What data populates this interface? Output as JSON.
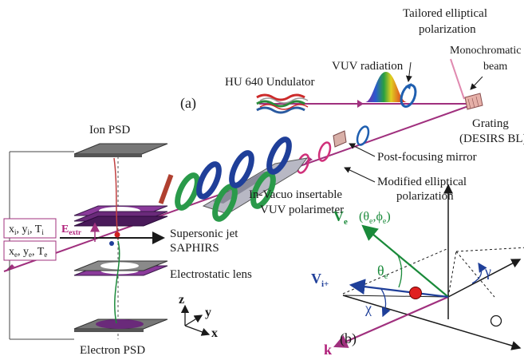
{
  "labels": {
    "panel_a": "(a)",
    "panel_b": "(b)",
    "tailored_line1": "Tailored elliptical",
    "tailored_line2": "polarization",
    "monochromatic_line1": "Monochromatic",
    "monochromatic_line2": "beam",
    "vuv_radiation": "VUV radiation",
    "undulator": "HU 640 Undulator",
    "grating_line1": "Grating",
    "grating_line2": "(DESIRS BL)",
    "post_focusing": "Post-focusing mirror",
    "modified_line1": "Modified elliptical",
    "modified_line2": "polarization",
    "polarimeter_line1": "In-Vacuo insertable",
    "polarimeter_line2": "VUV polarimeter",
    "ion_psd": "Ion PSD",
    "electron_psd": "Electron PSD",
    "supersonic_line1": "Supersonic jet",
    "supersonic_line2": "SAPHIRS",
    "electrostatic_lens": "Electrostatic lens",
    "ion_coords": "x",
    "ion_coords_rest": "i",
    "electron_coords": "x",
    "e_field": "E",
    "e_field_sub": "extr",
    "axis_z": "z",
    "axis_y": "y",
    "axis_x": "x",
    "ve": "V",
    "ve_sub": "e",
    "ve_angles": "(θ",
    "ve_angles_sub1": "e",
    "ve_angles_mid": ",ϕ",
    "ve_angles_sub2": "e",
    "ve_angles_end": ")",
    "vi": "V",
    "vi_sub": "i+",
    "theta_e": "θ",
    "theta_e_sub": "e",
    "gamma": "γ",
    "chi": "χ",
    "k": "k"
  },
  "ion_coord_text": "x<sub>i</sub>, y<sub>i</sub>, T<sub>i</sub>",
  "electron_coord_text": "x<sub>e</sub>, y<sub>e</sub>, T<sub>e</sub>",
  "colors": {
    "beam": "#a0307e",
    "ve": "#1a8a3a",
    "vi": "#1f3f99",
    "k": "#a0307e",
    "psd": "#6a2a7a"
  }
}
